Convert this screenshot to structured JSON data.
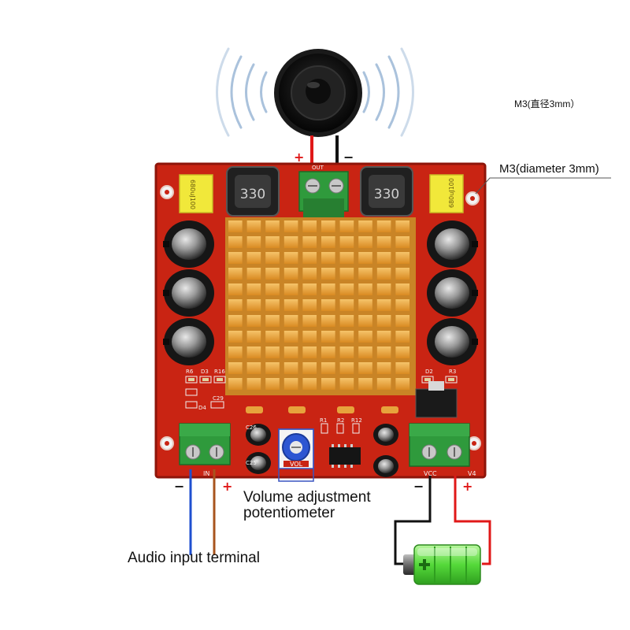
{
  "labels": {
    "mount_cn": "M3(直径3mm）",
    "mount_en": "M3(diameter 3mm)",
    "volume_line1": "Volume adjustment",
    "volume_line2": "potentiometer",
    "audio_input": "Audio input terminal"
  },
  "board_text": {
    "inductor_left": "330",
    "inductor_right": "330",
    "cap_left": "680uJ100",
    "cap_right": "680uJ100",
    "out": "OUT",
    "vol": "VOL",
    "in": "IN",
    "vcc": "VCC",
    "v4": "V4",
    "r6": "R6",
    "d3": "D3",
    "r16": "R16",
    "d4": "D4",
    "c29": "C29",
    "r1": "R1",
    "r2": "R2",
    "r12": "R12",
    "d2": "D2",
    "r3": "R3",
    "c26": "C26",
    "c25": "C25"
  },
  "signs": {
    "plus": "+",
    "minus": "−"
  },
  "colors": {
    "board": "#cc2412",
    "heatsink": "#e9a23b",
    "terminal": "#2f9a3c",
    "wire_red": "#e01818",
    "wire_black": "#111111",
    "wire_blue": "#1f4fd0",
    "wire_brown": "#a8541e",
    "battery_green": "#55d93a"
  }
}
